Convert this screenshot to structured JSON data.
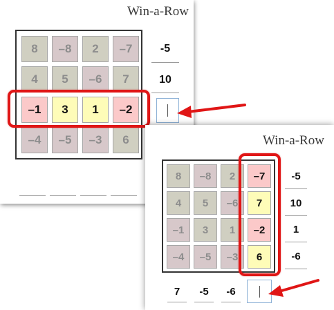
{
  "game": {
    "title": "Win-a-Row",
    "grid": [
      [
        8,
        -8,
        2,
        -7
      ],
      [
        4,
        5,
        -6,
        7
      ],
      [
        -1,
        3,
        1,
        -2
      ],
      [
        -4,
        -5,
        -3,
        6
      ]
    ],
    "grid_text": [
      [
        "8",
        "–8",
        "2",
        "–7"
      ],
      [
        "4",
        "5",
        "–6",
        "7"
      ],
      [
        "–1",
        "3",
        "1",
        "–2"
      ],
      [
        "–4",
        "–5",
        "–3",
        "6"
      ]
    ]
  },
  "view_row": {
    "row_sums": [
      "-5",
      "10",
      "",
      ""
    ],
    "highlighted_row": 3,
    "highlighted_row_text": [
      "–1",
      "3",
      "1",
      "–2"
    ],
    "input_value": ""
  },
  "view_column": {
    "col_sums": [
      "7",
      "-5",
      "-6",
      ""
    ],
    "row_sums": [
      "-5",
      "10",
      "1",
      "-6"
    ],
    "highlighted_column": 4,
    "highlighted_column_text": [
      "–7",
      "7",
      "–2",
      "6"
    ],
    "input_value": ""
  },
  "colors": {
    "highlight": "#e01616",
    "positive_cell": "#fefcb8",
    "negative_cell": "#fbc9c9",
    "neutral_cell": "#d0cfc1",
    "neutral_cell_alt": "#d7c8ca"
  }
}
